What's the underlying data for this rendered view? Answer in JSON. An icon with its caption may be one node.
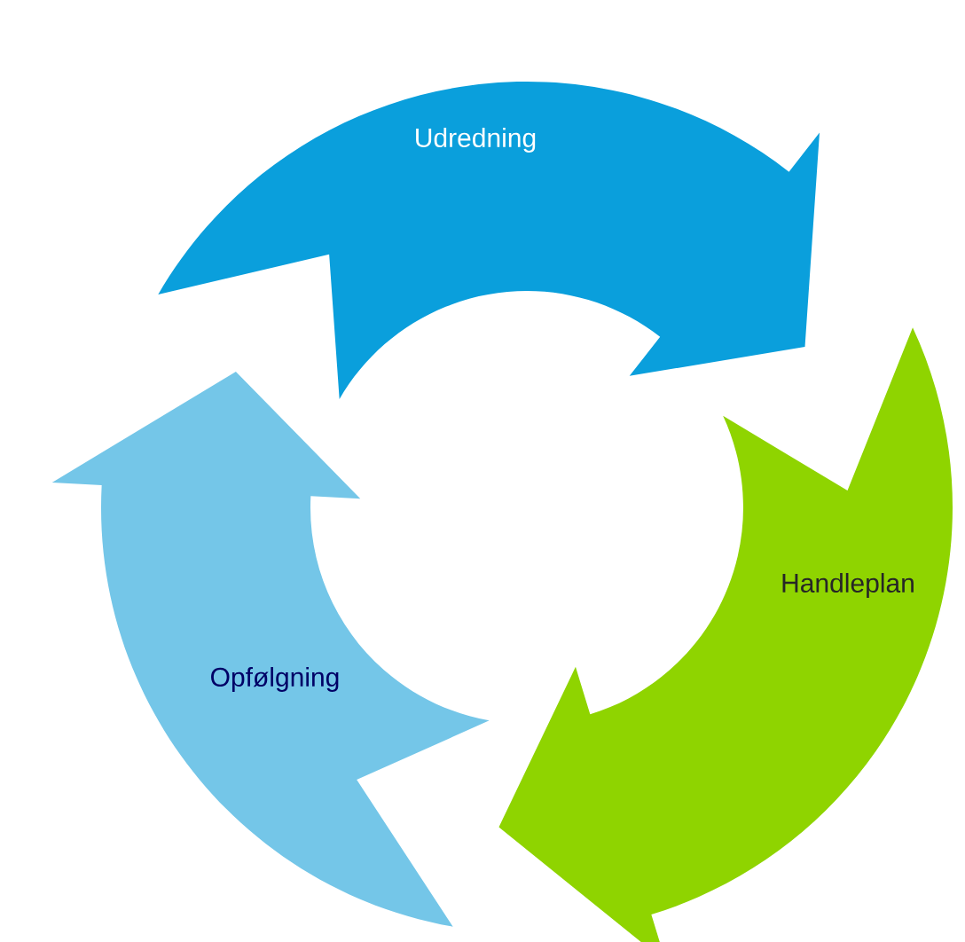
{
  "diagram": {
    "nodes": [
      {
        "text": [
          "Udredning"
        ]
      },
      {
        "text": [
          "Handleplan"
        ]
      },
      {
        "text": [
          "Opfølgning"
        ]
      }
    ]
  }
}
